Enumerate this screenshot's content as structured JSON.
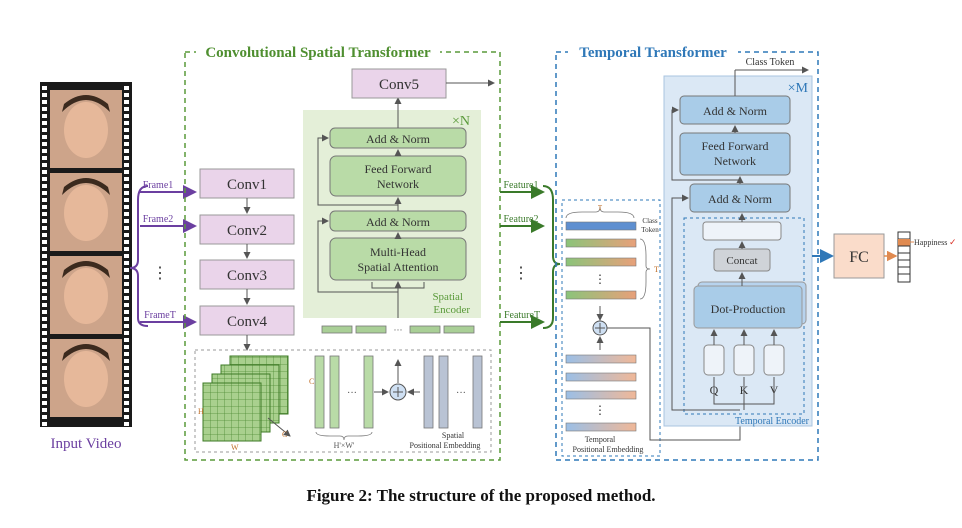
{
  "input": {
    "label": "Input Video"
  },
  "frames": [
    "Frame1",
    "Frame2",
    "FrameT"
  ],
  "features": [
    "Feature1",
    "Feature2",
    "FeatureT"
  ],
  "spatial": {
    "title": "Convolutional Spatial Transformer",
    "conv_blocks": [
      "Conv1",
      "Conv2",
      "Conv3",
      "Conv4"
    ],
    "conv5": "Conv5",
    "repeat": "×N",
    "add_norm": "Add & Norm",
    "ffn": [
      "Feed Forward",
      "Network"
    ],
    "attention": [
      "Multi-Head",
      "Spatial Attention"
    ],
    "encoder": [
      "Spatial",
      "Encoder"
    ],
    "dim_h": "H",
    "dim_w": "W",
    "dim_c": "C",
    "flatten_label": "H'×W'",
    "pos_embed": [
      "Spatial",
      "Positional Embedding"
    ]
  },
  "temporal": {
    "title": "Temporal Transformer",
    "class_token_top": "Class Token",
    "repeat": "×M",
    "add_norm": "Add & Norm",
    "ffn": [
      "Feed Forward",
      "Network"
    ],
    "concat": "Concat",
    "dot": "Dot-Production",
    "qkv": [
      "Q",
      "K",
      "V"
    ],
    "encoder": "Temporal Encoder",
    "class_token_small": [
      "Class",
      "Token"
    ],
    "t_label": "T",
    "pos_embed": [
      "Temporal",
      "Positional Embedding"
    ]
  },
  "fc": "FC",
  "output": "Happiness",
  "check": "✓",
  "dots": "⋮",
  "caption": "Figure 2: The structure of the proposed method.",
  "colors": {
    "green": "#5a9a3a",
    "blue": "#2f78b8",
    "purple": "#6b3fa0",
    "pink": "#ead4ea",
    "lightgreen": "#b9dba7",
    "lightblue": "#a9cce8"
  }
}
